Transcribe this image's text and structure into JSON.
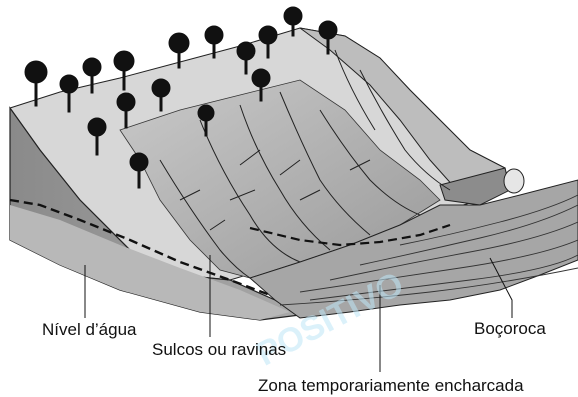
{
  "labels": {
    "water_level": "Nível d’água",
    "gullies": "Sulcos ou ravinas",
    "bocoroca": "Boçoroca",
    "wet_zone": "Zona temporariamente encharcada"
  },
  "watermark": {
    "text": "POSITIVO",
    "color": "#bfe6f7"
  }
}
